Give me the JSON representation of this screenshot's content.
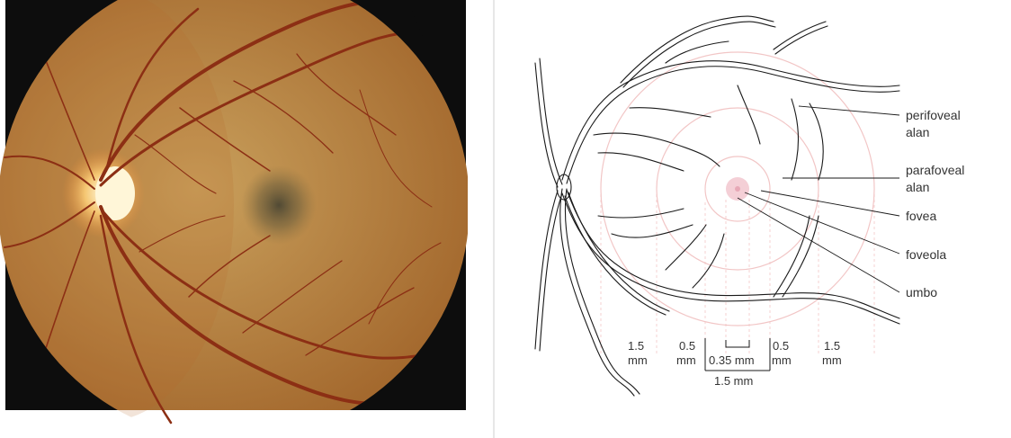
{
  "colors": {
    "fundus_background": "#0d0d0d",
    "retina_light": "#c9a05c",
    "retina_dark": "#a4692e",
    "optic_disc": "#fff6d8",
    "vessel": "#8c2f14",
    "macula": "#4b4633",
    "zone_rings": "#f2c6c6",
    "foveola_fill": "#f4cfd6",
    "ink": "#1a1a1a",
    "label_text": "#333333"
  },
  "diagram": {
    "labels": {
      "perifoveal_line1": "perifoveal",
      "perifoveal_line2": "alan",
      "parafoveal_line1": "parafoveal",
      "parafoveal_line2": "alan",
      "fovea": "fovea",
      "foveola": "foveola",
      "umbo": "umbo"
    },
    "scale": {
      "perifoveal_left_value": "1.5",
      "perifoveal_left_unit": "mm",
      "parafoveal_left_value": "0.5",
      "parafoveal_left_unit": "mm",
      "foveola_width": "0.35 mm",
      "parafoveal_right_value": "0.5",
      "parafoveal_right_unit": "mm",
      "perifoveal_right_value": "1.5",
      "perifoveal_right_unit": "mm",
      "fovea_width": "1.5 mm"
    }
  }
}
